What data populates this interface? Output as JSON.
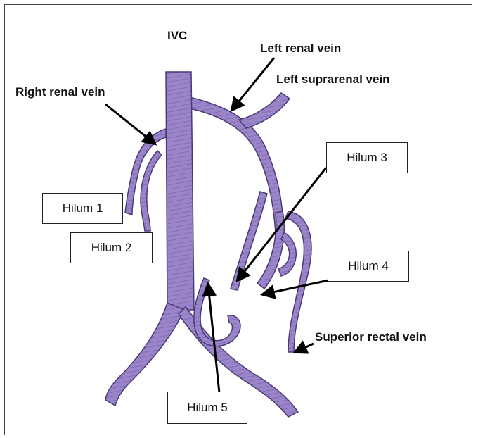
{
  "labels": {
    "ivc": "IVC",
    "left_renal_vein": "Left renal vein",
    "left_suprarenal_vein": "Left suprarenal vein",
    "right_renal_vein": "Right renal vein",
    "hilum_1": "Hilum 1",
    "hilum_2": "Hilum 2",
    "hilum_3": "Hilum 3",
    "hilum_4": "Hilum 4",
    "hilum_5": "Hilum 5",
    "superior_rectal_vein": "Superior rectal vein"
  },
  "colors": {
    "vein_fill": "#9b85c9",
    "vein_stroke": "#4a3a78",
    "arrow": "#000000"
  }
}
